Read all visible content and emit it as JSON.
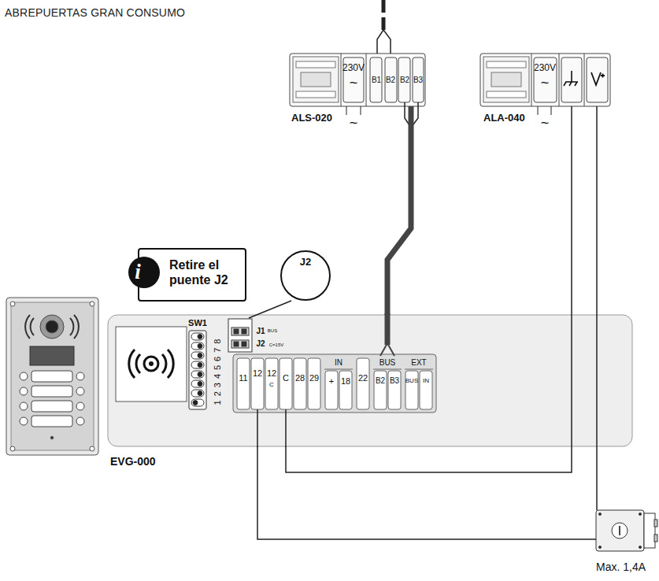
{
  "diagram": {
    "title": "ABREPUERTAS GRAN CONSUMO",
    "nodes": [
      {
        "text": [
          "ALS-020"
        ]
      },
      {
        "text": [
          "ALA-040"
        ]
      },
      {
        "text": [
          "Retire el puente J2"
        ]
      },
      {
        "text": [
          "J2"
        ]
      },
      {
        "text": [
          "EVG-000"
        ]
      },
      {
        "text": [
          "Max. 1,4A"
        ]
      }
    ],
    "edges": [
      {
        "from": 0,
        "to": 4,
        "arrow": "none"
      },
      {
        "from": 1,
        "to": 4,
        "arrow": "none"
      },
      {
        "from": 1,
        "to": 5,
        "arrow": "none"
      },
      {
        "from": 4,
        "to": 5,
        "arrow": "none"
      }
    ],
    "labels": [
      "230V",
      "~",
      "B1",
      "B2",
      "B2",
      "B3",
      "~",
      "230V",
      "~",
      "~",
      "i",
      "SW1",
      "12345678",
      "J1",
      "BUS",
      "J2",
      "C=15V",
      "11",
      "12",
      "12",
      "C",
      "C",
      "28",
      "29",
      "IN",
      "+",
      "18",
      "22",
      "BUS",
      "B2",
      "B3",
      "EXT",
      "BUS",
      "IN"
    ]
  }
}
